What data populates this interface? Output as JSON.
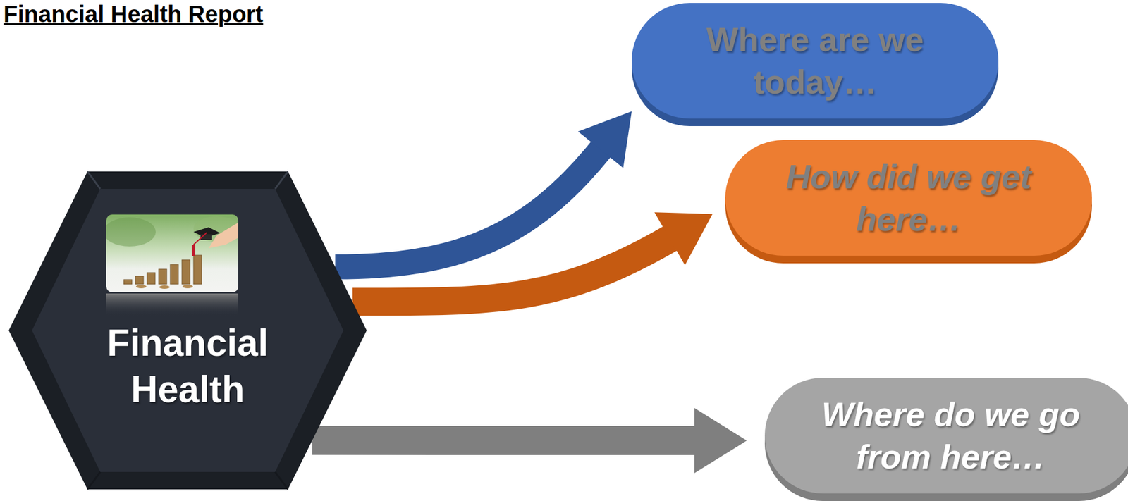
{
  "diagram": {
    "title": "Financial Health Report",
    "nodes": [
      {
        "text": [
          "Financial Health"
        ]
      },
      {
        "text": [
          "Where are we today…"
        ]
      },
      {
        "text": [
          "How did we get here…"
        ]
      },
      {
        "text": [
          "Where do we go from here…"
        ]
      }
    ],
    "edges": [
      {
        "from": 0,
        "to": 1,
        "arrow": "to"
      },
      {
        "from": 0,
        "to": 2,
        "arrow": "to"
      },
      {
        "from": 0,
        "to": 3,
        "arrow": "to"
      }
    ]
  }
}
